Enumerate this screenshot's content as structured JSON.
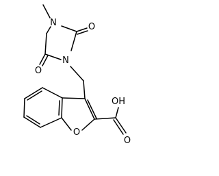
{
  "structure": {
    "atoms": {
      "n1": "N",
      "n3": "N",
      "o_c2": "O",
      "o_c4": "O",
      "o_furan": "O",
      "o_acid_hydroxyl": "OH",
      "o_acid_carbonyl": "O"
    }
  }
}
